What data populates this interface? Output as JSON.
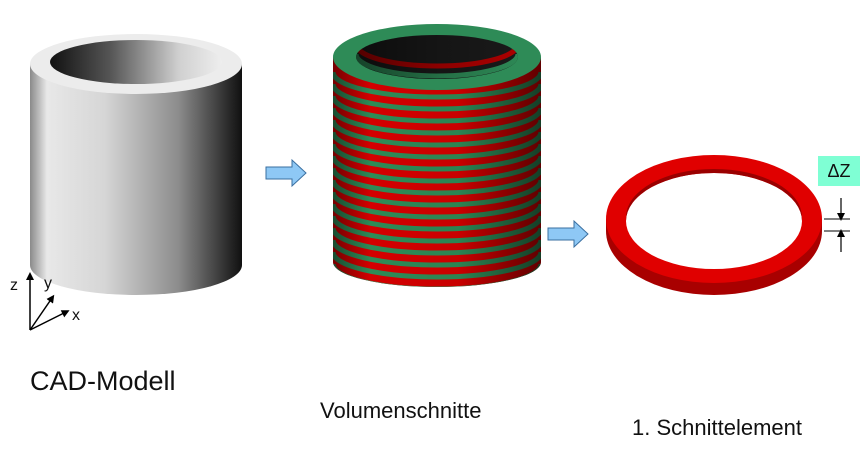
{
  "captions": {
    "cad_model": "CAD-Modell",
    "volume_slices": "Volumenschnitte",
    "first_slice": "1. Schnittelement"
  },
  "axes": {
    "z": "z",
    "y": "y",
    "x": "x"
  },
  "dimension_label": "ΔZ",
  "colors": {
    "cad_cylinder": "#b0b0b0",
    "slice_red": "#d40000",
    "slice_green": "#2e8b57",
    "arrow_fill": "#8ec8f5",
    "dz_badge": "#7fffd4"
  }
}
